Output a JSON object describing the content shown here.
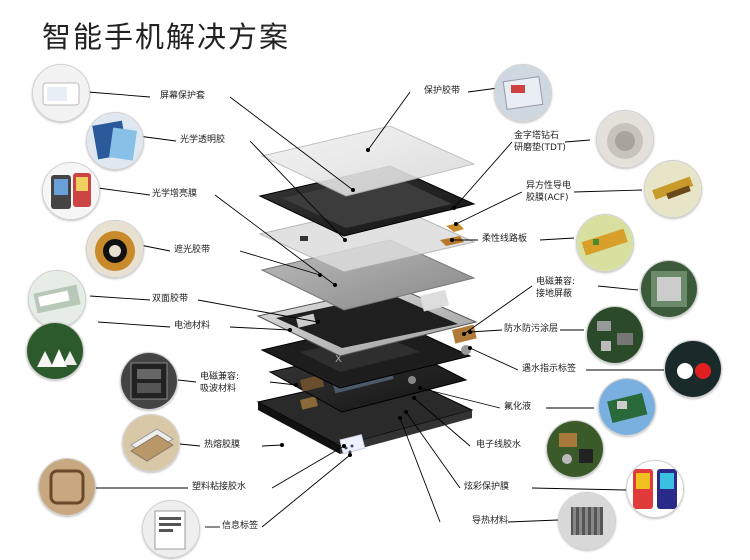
{
  "title": "智能手机解决方案",
  "labels": {
    "screen_sleeve": "屏幕保护套",
    "optical_clear_adhesive": "光学透明胶",
    "brightness_film": "光学增亮膜",
    "light_shield_tape": "遮光胶带",
    "double_sided_tape": "双面胶带",
    "battery_material": "电池材料",
    "emi_absorber": "电磁兼容:\n吸波材料",
    "thermal_tape": "热熔胶膜",
    "plastic_bonding": "塑料粘接胶水",
    "info_label": "信息标签",
    "protective_tape": "保护胶带",
    "diamond_pad": "金字塔钻石\n研磨垫(TDT)",
    "acf": "异方性导电\n胶膜(ACF)",
    "flex_circuit": "柔性线路板",
    "emi_shield": "电磁兼容:\n接地屏蔽",
    "waterproof_coating": "防水防污涂层",
    "water_indicator": "遇水指示标签",
    "fluorinated_liquid": "氟化液",
    "electronic_potting": "电子线胶水",
    "decor_film": "炫彩保护膜",
    "thermal_material": "导热材料"
  }
}
